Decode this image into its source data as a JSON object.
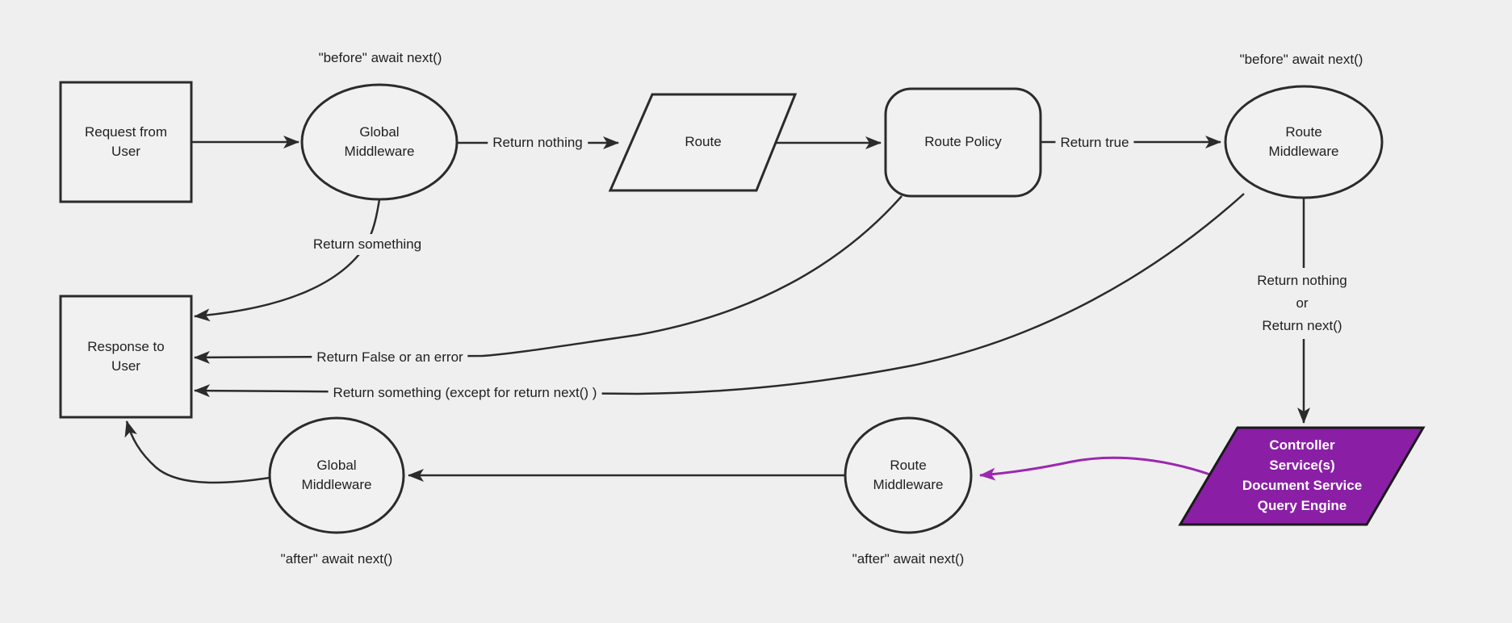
{
  "diagram_title": "middleware-request-lifecycle-flowchart",
  "colors": {
    "background": "#efefef",
    "node_fill": "#f1f1f1",
    "node_stroke": "#2b2b2b",
    "edge_stroke": "#2b2b2b",
    "text": "#212121",
    "controller_fill": "#8A1FA6",
    "controller_stroke": "#1a1a1a",
    "controller_text": "#ffffff",
    "purple_edge": "#9C27B0"
  },
  "nodes": {
    "request_from_user": {
      "label": "Request from\nUser",
      "shape": "rectangle"
    },
    "global_middleware_top": {
      "label": "Global\nMiddleware",
      "shape": "ellipse",
      "annotation": "\"before\" await next()"
    },
    "route": {
      "label": "Route",
      "shape": "parallelogram"
    },
    "route_policy": {
      "label": "Route Policy",
      "shape": "rounded-rectangle"
    },
    "route_middleware_top": {
      "label": "Route\nMiddleware",
      "shape": "ellipse",
      "annotation": "\"before\" await next()"
    },
    "response_to_user": {
      "label": "Response to\nUser",
      "shape": "rectangle"
    },
    "controller_services": {
      "label": "Controller\nService(s)\nDocument Service\nQuery Engine",
      "shape": "parallelogram"
    },
    "route_middleware_bottom": {
      "label": "Route\nMiddleware",
      "shape": "ellipse",
      "annotation": "\"after\" await next()"
    },
    "global_middleware_bottom": {
      "label": "Global\nMiddleware",
      "shape": "ellipse",
      "annotation": "\"after\" await next()"
    }
  },
  "edge_labels": {
    "return_nothing": "Return nothing",
    "return_true": "Return true",
    "return_something": "Return something",
    "return_false_or_error": "Return False or an error",
    "return_something_except": "Return something (except for return next() )",
    "return_nothing_or_next": "Return nothing\nor\nReturn next()"
  }
}
